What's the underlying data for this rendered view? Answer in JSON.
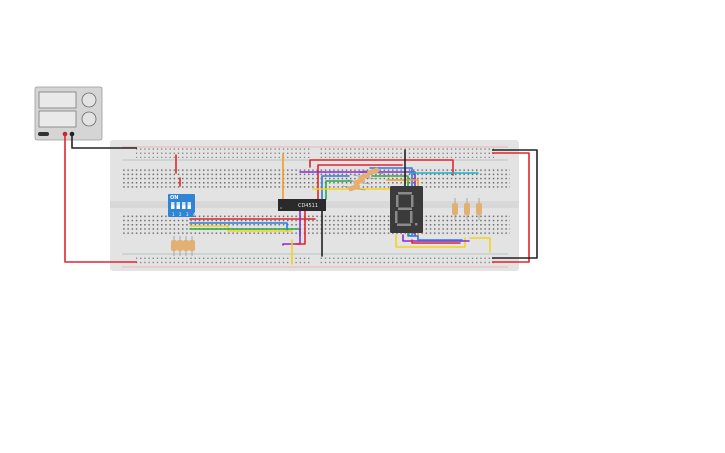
{
  "circuit": {
    "ic_label": "CD4511",
    "dip_switch": {
      "on_label": "ON",
      "position_labels": "1 2 3 4"
    },
    "display": {
      "digit": "8"
    },
    "icons": {
      "power_supply": "power-supply-icon",
      "breadboard": "breadboard-icon",
      "ic": "ic-chip-icon",
      "dip": "dip-switch-icon",
      "display": "seven-segment-icon",
      "resistor": "resistor-icon"
    },
    "colors": {
      "breadboard": "#e3e3e3",
      "rail_red": "#d9262b",
      "rail_black": "#2b2b2b",
      "chip": "#2a2a2a",
      "dip_body": "#2f84d6",
      "display_body": "#3b3b3b",
      "wire_red": "#e0262e",
      "wire_orange": "#f59a23",
      "wire_yellow": "#f2d21c",
      "wire_green": "#27a844",
      "wire_blue": "#2a7ae2",
      "wire_purple": "#8d2bd1",
      "wire_teal": "#1fb1c9",
      "wire_black": "#222222"
    }
  }
}
